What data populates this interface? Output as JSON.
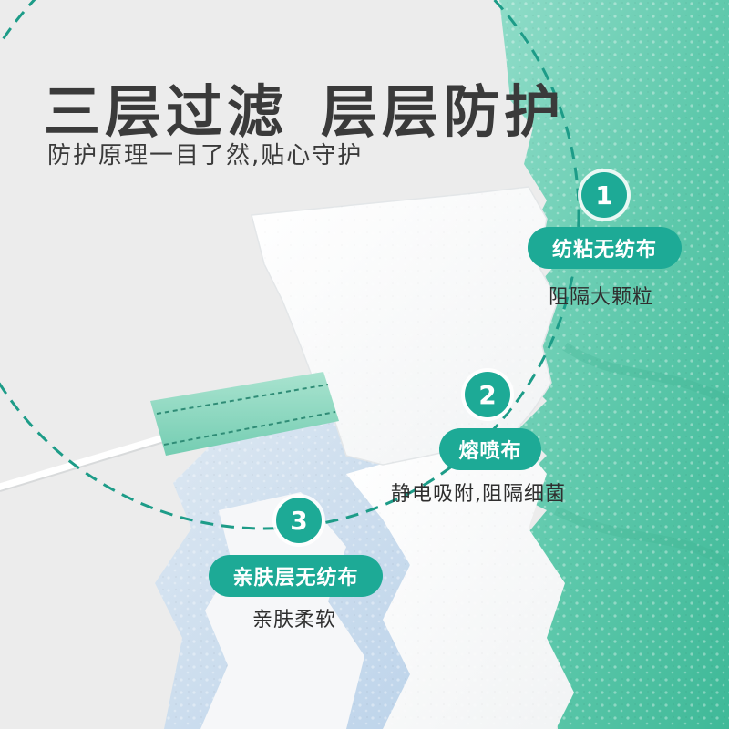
{
  "headline": {
    "part1": "三层过滤",
    "part2": "层层防护"
  },
  "subline": "防护原理一目了然,贴心守护",
  "colors": {
    "accent": "#1daa96",
    "background": "#ececec",
    "text": "#3a3a3a"
  },
  "layers": [
    {
      "number": "1",
      "name": "纺粘无纺布",
      "description": "阻隔大颗粒"
    },
    {
      "number": "2",
      "name": "熔喷布",
      "description": "静电吸附,阻隔细菌"
    },
    {
      "number": "3",
      "name": "亲肤层无纺布",
      "description": "亲肤柔软"
    }
  ]
}
